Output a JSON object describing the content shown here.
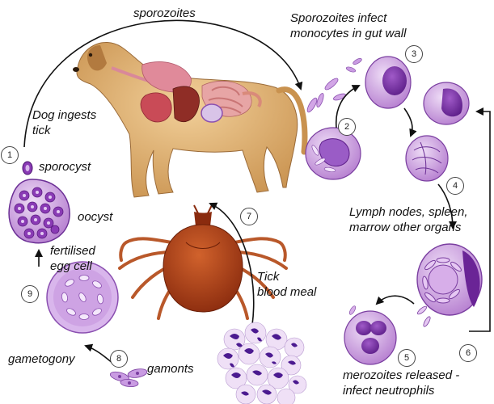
{
  "labels": {
    "sporozoites": "sporozoites",
    "infect_line1": "Sporozoites infect",
    "infect_line2": "monocytes in gut wall",
    "ingests_line1": "Dog ingests",
    "ingests_line2": "tick",
    "sporocyst": "sporocyst",
    "oocyst": "oocyst",
    "fertilised_line1": "fertilised",
    "fertilised_line2": "egg cell",
    "gametogony": "gametogony",
    "gamonts": "gamonts",
    "tick_line1": "Tick",
    "tick_line2": "blood meal",
    "lymph_line1": "Lymph nodes, spleen,",
    "lymph_line2": "marrow other organs",
    "mero_line1": "merozoites released -",
    "mero_line2": "infect neutrophils"
  },
  "steps": [
    "1",
    "2",
    "3",
    "4",
    "5",
    "6",
    "7",
    "8",
    "9"
  ]
}
